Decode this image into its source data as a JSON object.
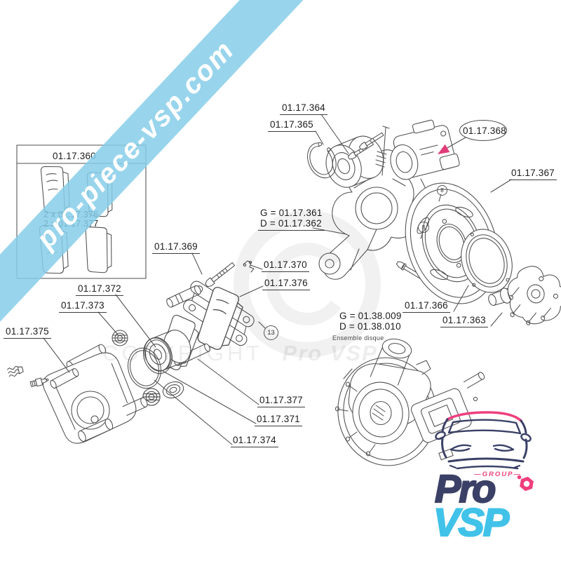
{
  "banner": {
    "text": "pro-piece-vsp.com"
  },
  "watermark": {
    "copyright": "COPYRIGHT",
    "brand": "Pro VSP"
  },
  "inset": {
    "title": "01.17.360",
    "row1": "2 x 01.17.376",
    "row2": "2 x 01.17.377"
  },
  "labels": {
    "p364": "01.17.364",
    "p365": "01.17.365",
    "p368": "01.17.368",
    "p367": "01.17.367",
    "g361": "G = 01.17.361",
    "d362": "D = 01.17.362",
    "p369": "01.17.369",
    "p370": "01.17.370",
    "p376": "01.17.376",
    "p372": "01.17.372",
    "p373": "01.17.373",
    "p375": "01.17.375",
    "p377": "01.17.377",
    "p371": "01.17.371",
    "p374": "01.17.374",
    "p366": "01.17.366",
    "p363": "01.17.363",
    "g009": "G = 01.38.009",
    "d010": "D = 01.38.010",
    "ensemble": "Ensemble disque"
  },
  "callouts": {
    "c8a": "8",
    "c8b": "8",
    "c13": "13"
  },
  "logo": {
    "group": "—GROUP—",
    "pro": "Pro",
    "vsp": "VSP"
  },
  "colors": {
    "banner_blue": "#86CEE9",
    "highlight_pink": "#E23C78",
    "logo_navy": "#3A4066",
    "logo_cyan": "#41C2E9",
    "line_gray": "#4F4F4F"
  }
}
